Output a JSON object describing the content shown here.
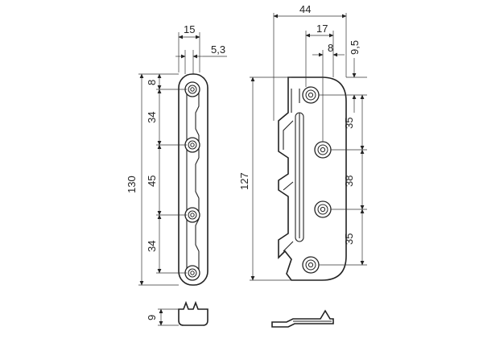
{
  "drawing": {
    "left_view": {
      "top_width": "15",
      "offset": "5,3",
      "overall_height": "130",
      "seg_top": "8",
      "seg_1": "34",
      "seg_2": "45",
      "seg_3": "34",
      "thickness": "9"
    },
    "right_view": {
      "overall_width": "44",
      "width_2": "17",
      "width_3": "8",
      "offset": "9,5",
      "overall_height": "127",
      "seg_1": "35",
      "seg_2": "38",
      "seg_3": "35"
    }
  }
}
